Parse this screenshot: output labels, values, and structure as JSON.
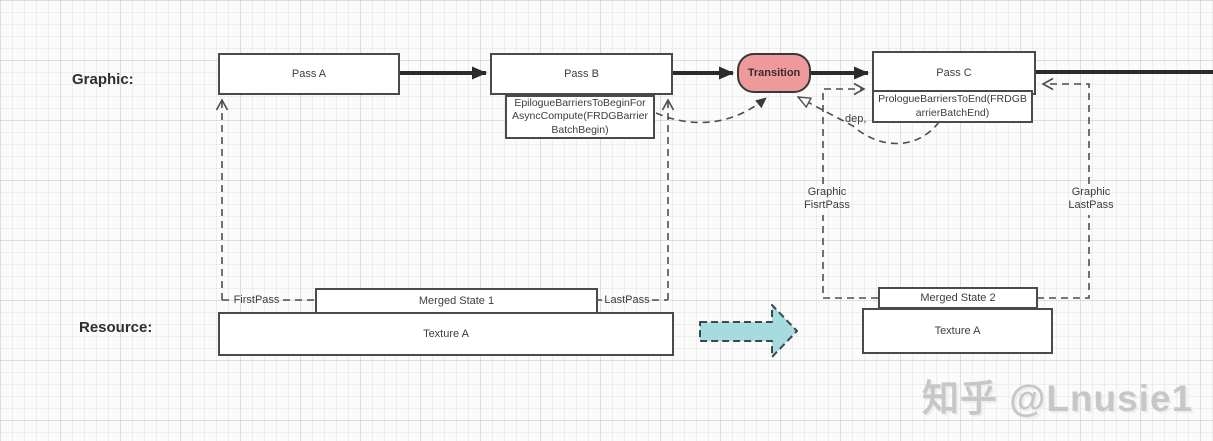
{
  "row_labels": {
    "graphic": "Graphic:",
    "resource": "Resource:"
  },
  "nodes": {
    "pass_a": "Pass A",
    "pass_b": "Pass B",
    "transition": "Transition",
    "pass_c": "Pass C",
    "epilogue_barrier": "EpilogueBarriersToBeginForAsyncCompute(FRDGBarrierBatchBegin)",
    "prologue_barrier": "PrologueBarriersToEnd(FRDGBarrierBatchEnd)",
    "merged_state_1": "Merged State 1",
    "texture_a_left": "Texture A",
    "merged_state_2": "Merged State 2",
    "texture_a_right": "Texture A"
  },
  "edge_labels": {
    "first_pass": "FirstPass",
    "last_pass": "LastPass",
    "dep": "dep,",
    "graphic_first_pass_line1": "Graphic",
    "graphic_first_pass_line2": "FisrtPass",
    "graphic_last_pass_line1": "Graphic",
    "graphic_last_pass_line2": "LastPass"
  },
  "colors": {
    "transition_fill": "#ef9a9a",
    "transition_border": "#383838",
    "flow_arrow": "#2b2b2b",
    "dashed_line": "#4d4d4d",
    "box_border": "#4a4a4a",
    "block_arrow_fill": "#a6dce0",
    "block_arrow_border": "#3a4a4c"
  },
  "watermark": {
    "text": "知乎 @Lnusie1"
  }
}
